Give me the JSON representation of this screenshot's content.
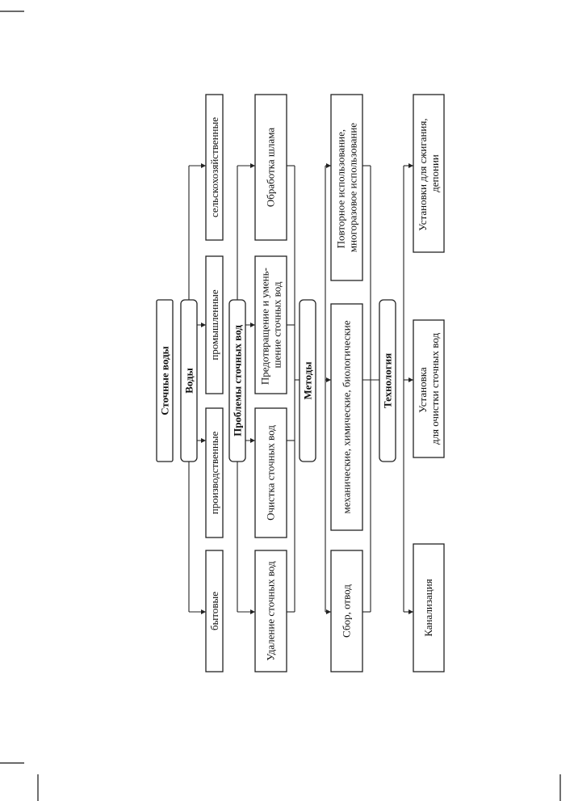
{
  "diagram": {
    "root": "Сточные воды",
    "waters": {
      "header": "Воды",
      "items": [
        "бытовые",
        "производственные",
        "промышленные",
        "сельскохозяйственные"
      ]
    },
    "problems": {
      "header": "Проблемы сточных вод",
      "items": [
        [
          "Удаление сточных вод"
        ],
        [
          "Очистка сточных вод"
        ],
        [
          "Предотвращение и умень-",
          "шение сточных вод"
        ],
        [
          "Обработка шлама"
        ]
      ]
    },
    "methods": {
      "header": "Методы",
      "items": [
        [
          "Сбор, отвод"
        ],
        [
          "механические, химические, биологические"
        ],
        [
          "Повторное использование,",
          "многоразовое использование"
        ]
      ]
    },
    "technology": {
      "header": "Технология",
      "items": [
        [
          "Канализация"
        ],
        [
          "Установка",
          "для очистки сточных вод"
        ],
        [
          "Установки для сжигания,",
          "депонии"
        ]
      ]
    }
  }
}
